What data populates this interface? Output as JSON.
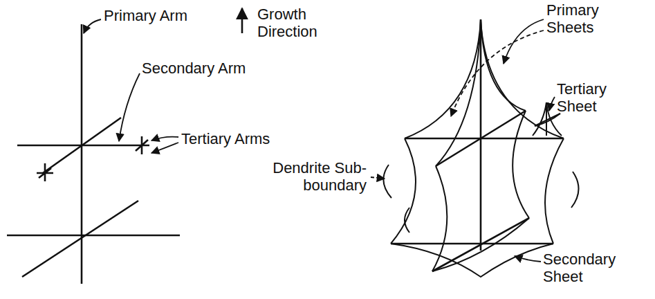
{
  "diagram": {
    "labels": [
      "Growth Direction",
      "Primary Arm",
      "Secondary Arm",
      "Tertiary Arms",
      "Dendrite Sub-boundary",
      "Primary Sheets",
      "Tertiary Sheet",
      "Secondary Sheet"
    ]
  }
}
